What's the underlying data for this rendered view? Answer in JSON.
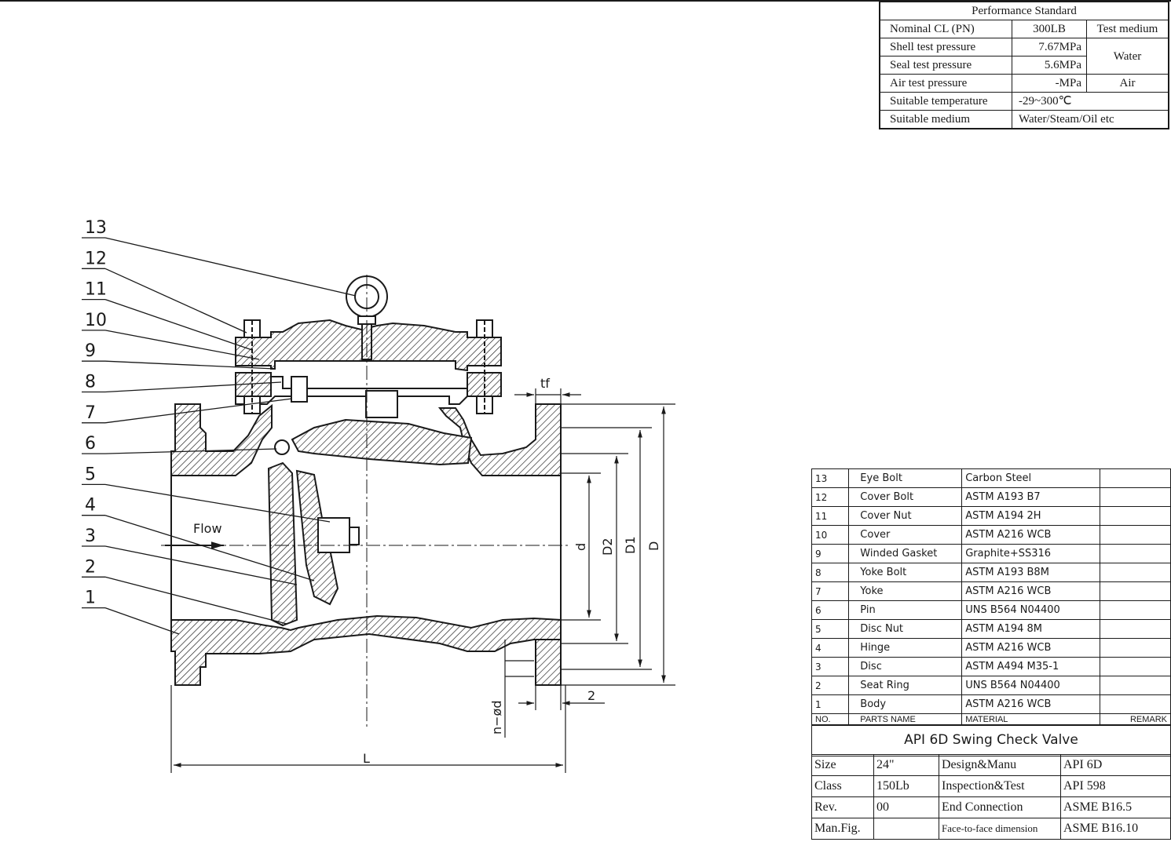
{
  "performance": {
    "title": "Performance Standard",
    "rows": [
      {
        "label": "Nominal CL (PN)",
        "value": "300LB",
        "extra": "Test medium"
      },
      {
        "label": "Shell test pressure",
        "value": "7.67MPa",
        "extra": "Water"
      },
      {
        "label": "Seal test pressure",
        "value": "5.6MPa"
      },
      {
        "label": "Air test pressure",
        "value": "-MPa",
        "extra": "Air"
      },
      {
        "label": "Suitable temperature",
        "value": "-29~300℃"
      },
      {
        "label": "Suitable medium",
        "value": "Water/Steam/Oil etc"
      }
    ]
  },
  "callouts": [
    "13",
    "12",
    "11",
    "10",
    "9",
    "8",
    "7",
    "6",
    "5",
    "4",
    "3",
    "2",
    "1"
  ],
  "dimensions": {
    "flow": "Flow",
    "tf": "tf",
    "d": "d",
    "d2": "D2",
    "d1": "D1",
    "D": "D",
    "L": "L",
    "nd": "n−ød",
    "two": "2"
  },
  "parts": {
    "rows": [
      {
        "no": "13",
        "name": "Eye Bolt",
        "material": "Carbon Steel"
      },
      {
        "no": "12",
        "name": "Cover Bolt",
        "material": "ASTM A193 B7"
      },
      {
        "no": "11",
        "name": "Cover Nut",
        "material": "ASTM A194 2H"
      },
      {
        "no": "10",
        "name": "Cover",
        "material": "ASTM A216 WCB"
      },
      {
        "no": "9",
        "name": "Winded Gasket",
        "material": "Graphite+SS316"
      },
      {
        "no": "8",
        "name": "Yoke Bolt",
        "material": "ASTM A193 B8M"
      },
      {
        "no": "7",
        "name": "Yoke",
        "material": "ASTM A216 WCB"
      },
      {
        "no": "6",
        "name": "Pin",
        "material": "UNS B564 N04400"
      },
      {
        "no": "5",
        "name": "Disc Nut",
        "material": "ASTM A194 8M"
      },
      {
        "no": "4",
        "name": "Hinge",
        "material": "ASTM A216 WCB"
      },
      {
        "no": "3",
        "name": "Disc",
        "material": "ASTM A494 M35-1"
      },
      {
        "no": "2",
        "name": "Seat Ring",
        "material": "UNS B564 N04400"
      },
      {
        "no": "1",
        "name": "Body",
        "material": "ASTM A216 WCB"
      }
    ],
    "header": {
      "no": "NO.",
      "name": "PARTS NAME",
      "material": "MATERIAL",
      "remark": "REMARK"
    }
  },
  "title": "API 6D Swing Check Valve",
  "info": [
    {
      "k1": "Size",
      "v1": "24\"",
      "k2": "Design&Manu",
      "v2": "API 6D"
    },
    {
      "k1": "Class",
      "v1": "150Lb",
      "k2": "Inspection&Test",
      "v2": "API 598"
    },
    {
      "k1": "Rev.",
      "v1": "00",
      "k2": "End Connection",
      "v2": "ASME B16.5"
    },
    {
      "k1": "Man.Fig.",
      "v1": "",
      "k2": "Face-to-face dimension",
      "v2": "ASME B16.10"
    }
  ]
}
